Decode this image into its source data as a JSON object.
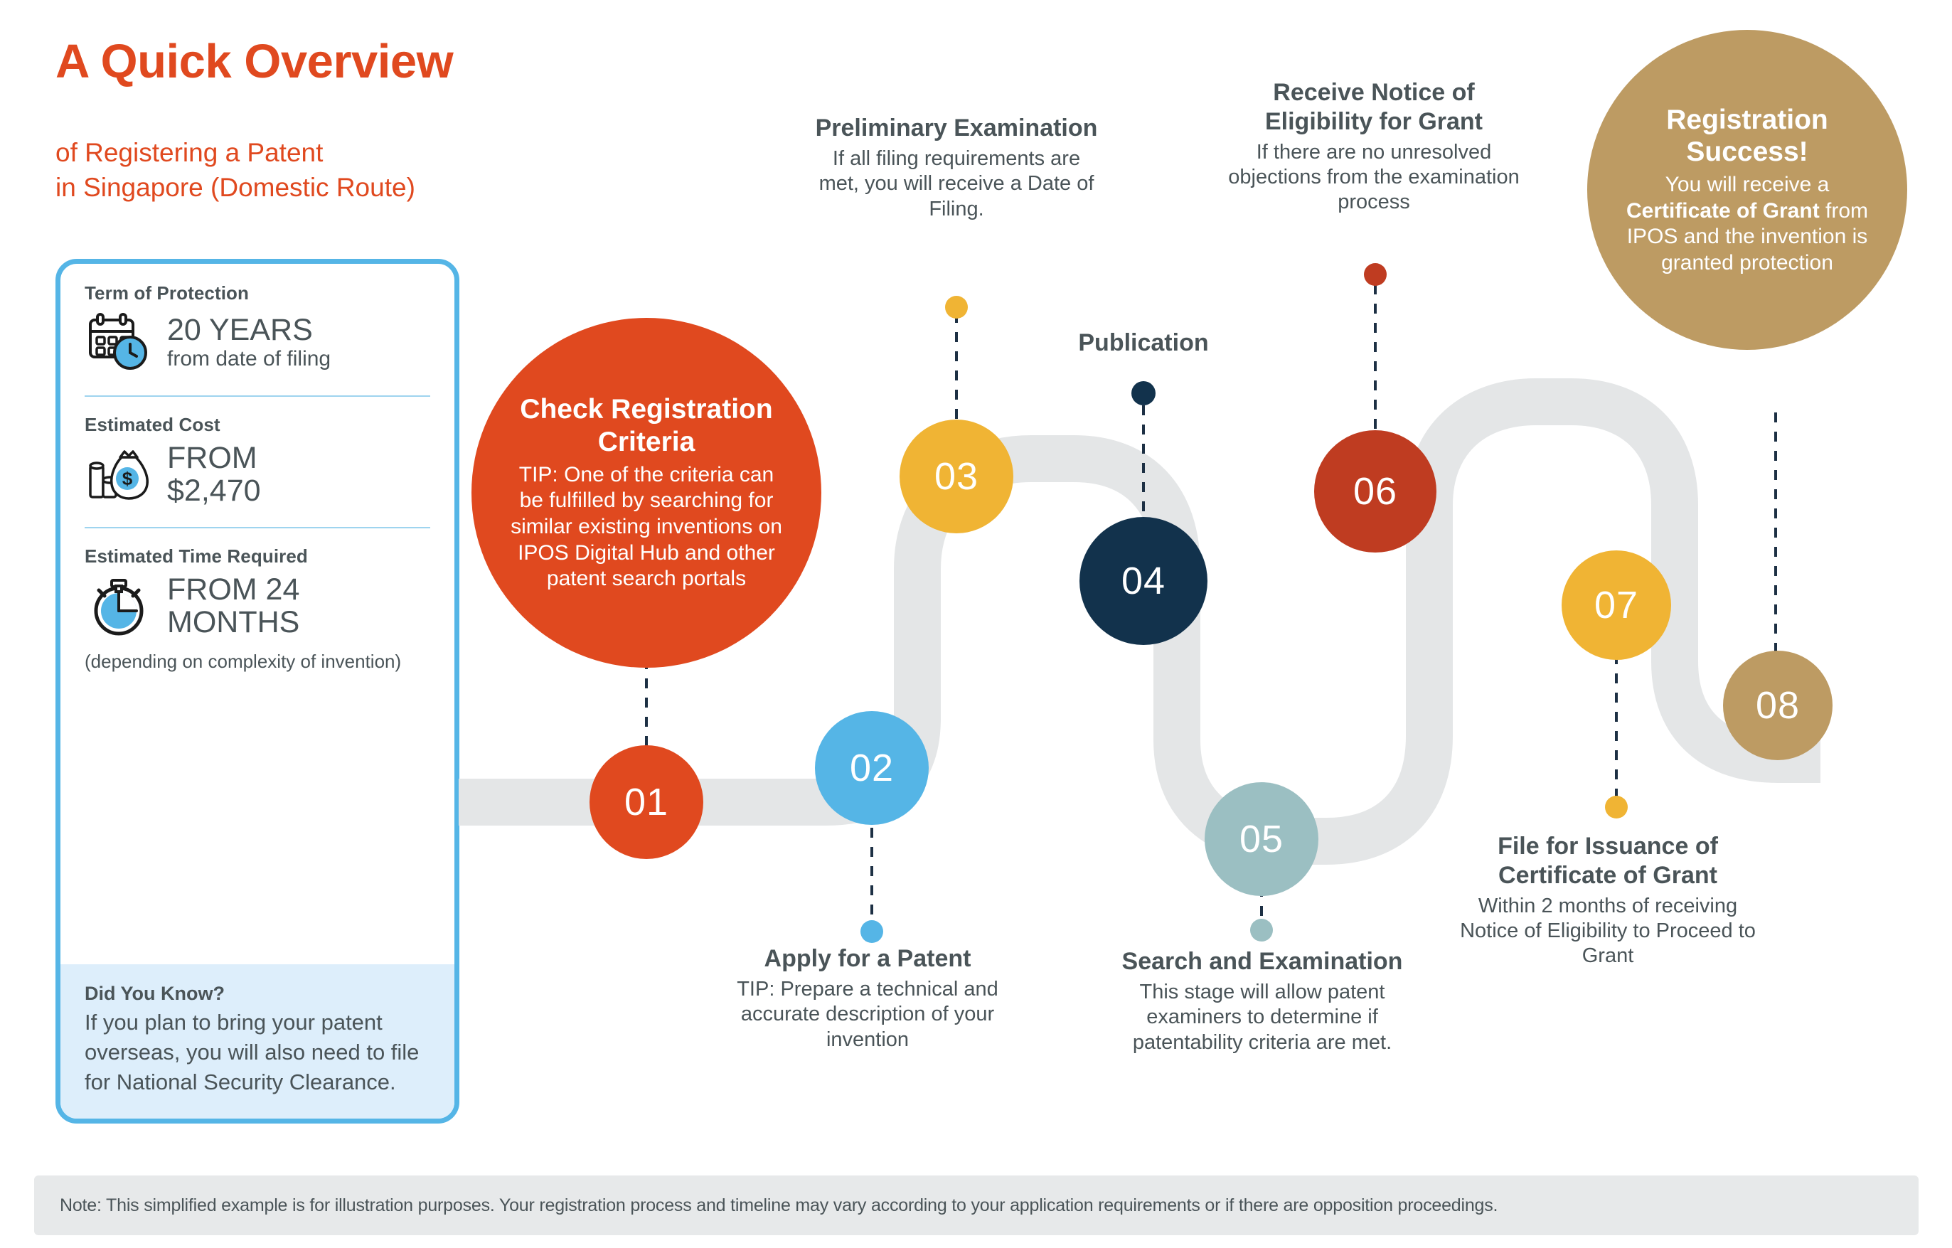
{
  "header": {
    "title": "A Quick Overview",
    "subtitle_line1": "of Registering a Patent",
    "subtitle_line2": "in Singapore (Domestic Route)",
    "title_color": "#e0491f"
  },
  "sidebar": {
    "blocks": [
      {
        "heading": "Term of Protection",
        "icon": "calendar-clock-icon",
        "value_big": "20 YEARS",
        "value_sub": "from date of filing"
      },
      {
        "heading": "Estimated Cost",
        "icon": "money-bag-icon",
        "value_big_line1": "FROM",
        "value_big_line2": "$2,470"
      },
      {
        "heading": "Estimated Time Required",
        "icon": "stopwatch-icon",
        "value_big_line1": "FROM 24",
        "value_big_line2": "MONTHS",
        "note": "(depending on complexity of invention)"
      }
    ],
    "did_you_know": {
      "title": "Did You Know?",
      "text": "If you plan to bring your patent overseas, you will also need to file for National Security Clearance.",
      "background": "#ddeefb"
    },
    "border_color": "#55b5e6"
  },
  "steps": [
    {
      "number": "01",
      "color": "#e0491f",
      "label_style": "bubble",
      "heading": "Check Registration Criteria",
      "body": "TIP: One of the criteria can be fulfilled by searching for similar existing inventions on IPOS Digital Hub and other patent search portals"
    },
    {
      "number": "02",
      "color": "#55b5e6",
      "label_style": "below",
      "heading": "Apply for a Patent",
      "body": "TIP: Prepare a technical and accurate description of your invention"
    },
    {
      "number": "03",
      "color": "#f0b434",
      "label_style": "above",
      "heading": "Preliminary Examination",
      "body": "If all filing requirements are met, you will receive a Date of Filing."
    },
    {
      "number": "04",
      "color": "#12324c",
      "label_style": "above",
      "heading": "Publication",
      "body": ""
    },
    {
      "number": "05",
      "color": "#9bbfc2",
      "label_style": "below",
      "heading": "Search and Examination",
      "body": "This stage will allow patent examiners to determine if patentability criteria are met."
    },
    {
      "number": "06",
      "color": "#bf3c21",
      "label_style": "above",
      "heading": "Receive Notice of Eligibility for Grant",
      "body": "If there are no unresolved objections from the examination process"
    },
    {
      "number": "07",
      "color": "#f0b434",
      "label_style": "below",
      "heading": "File for Issuance of Certificate of Grant",
      "body": "Within 2 months of receiving Notice of Eligibility to Proceed to Grant"
    },
    {
      "number": "08",
      "color": "#bd9b63",
      "label_style": "bubble",
      "heading": "Registration Success!",
      "body_part1": "You will receive a ",
      "body_bold": "Certificate of Grant",
      "body_part2": " from IPOS and the invention is granted protection"
    }
  ],
  "footer": {
    "note": "Note: This simplified example is for illustration purposes. Your registration process and timeline may vary according to your application requirements or if there are opposition proceedings.",
    "background": "#e7e9ea"
  },
  "palette": {
    "track": "#e4e6e7",
    "text": "#4a5458",
    "dash": "#1d3044"
  }
}
